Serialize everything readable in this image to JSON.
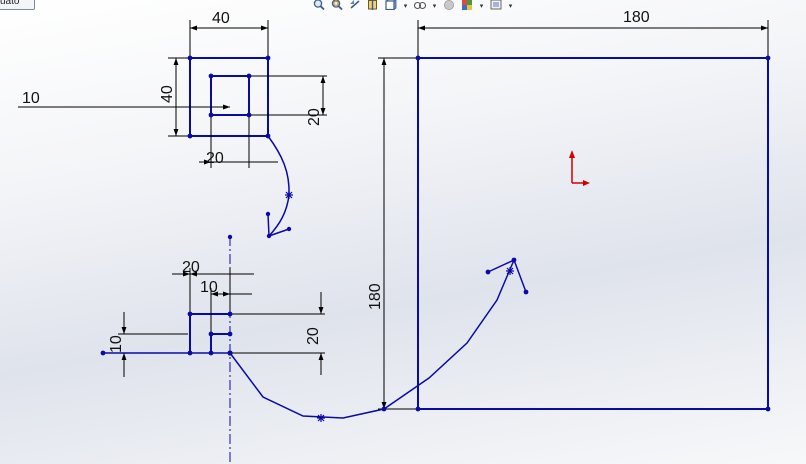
{
  "document_tab": {
    "label": "uato"
  },
  "toolbar": {
    "icons": [
      "zoom-to-fit-icon",
      "zoom-to-area-icon",
      "previous-view-icon",
      "section-view-icon",
      "view-orientation-icon",
      "display-style-icon",
      "hide-show-items-icon",
      "edit-appearance-icon",
      "apply-scene-icon",
      "view-settings-icon"
    ]
  },
  "sketch": {
    "line_color": "#0a0aa6",
    "origin_color": "#d40000",
    "dimensions": {
      "top_square_width": "40",
      "top_square_height": "40",
      "top_inner_width": "20",
      "top_inner_height": "20",
      "top_offset": "10",
      "bottom_outer_width": "20",
      "bottom_inner_width": "10",
      "bottom_height": "20",
      "bottom_offset": "10",
      "big_square_width": "180",
      "big_square_height": "180"
    }
  }
}
